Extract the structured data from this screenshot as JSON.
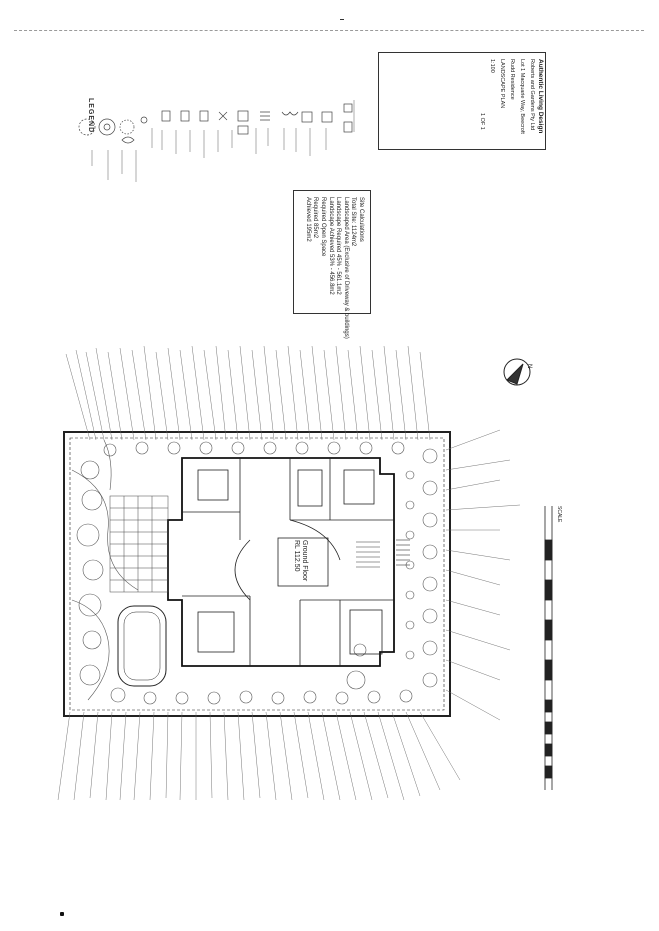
{
  "document": {
    "legend_heading": "LEGEND",
    "site_notes": [
      "Site Calculations",
      "Total Site: 1124m2",
      "Landscaped Area (Exclusive of Driveway & buildings)",
      "Landscape Required 45% - 561.1m2",
      "Landscape Achieved 53% - 456.8m2",
      "Required Open Space",
      "Required 85m2",
      "Achieved 195m2"
    ],
    "title_block": {
      "company": "Authentic Living Design",
      "project": "Roberts and Gardens Pty Ltd",
      "address": "Lot 1 Macquarie Way, Beecroft",
      "client": "Rudd Residence",
      "drawing": "LANDSCAPE PLAN",
      "scale": "1:100",
      "sheet": "1 OF 1"
    },
    "plan": {
      "centre_label": "Ground Floor",
      "centre_level": "RL 112.50",
      "north_label": "N"
    },
    "scale_bar_label": "SCALE"
  }
}
